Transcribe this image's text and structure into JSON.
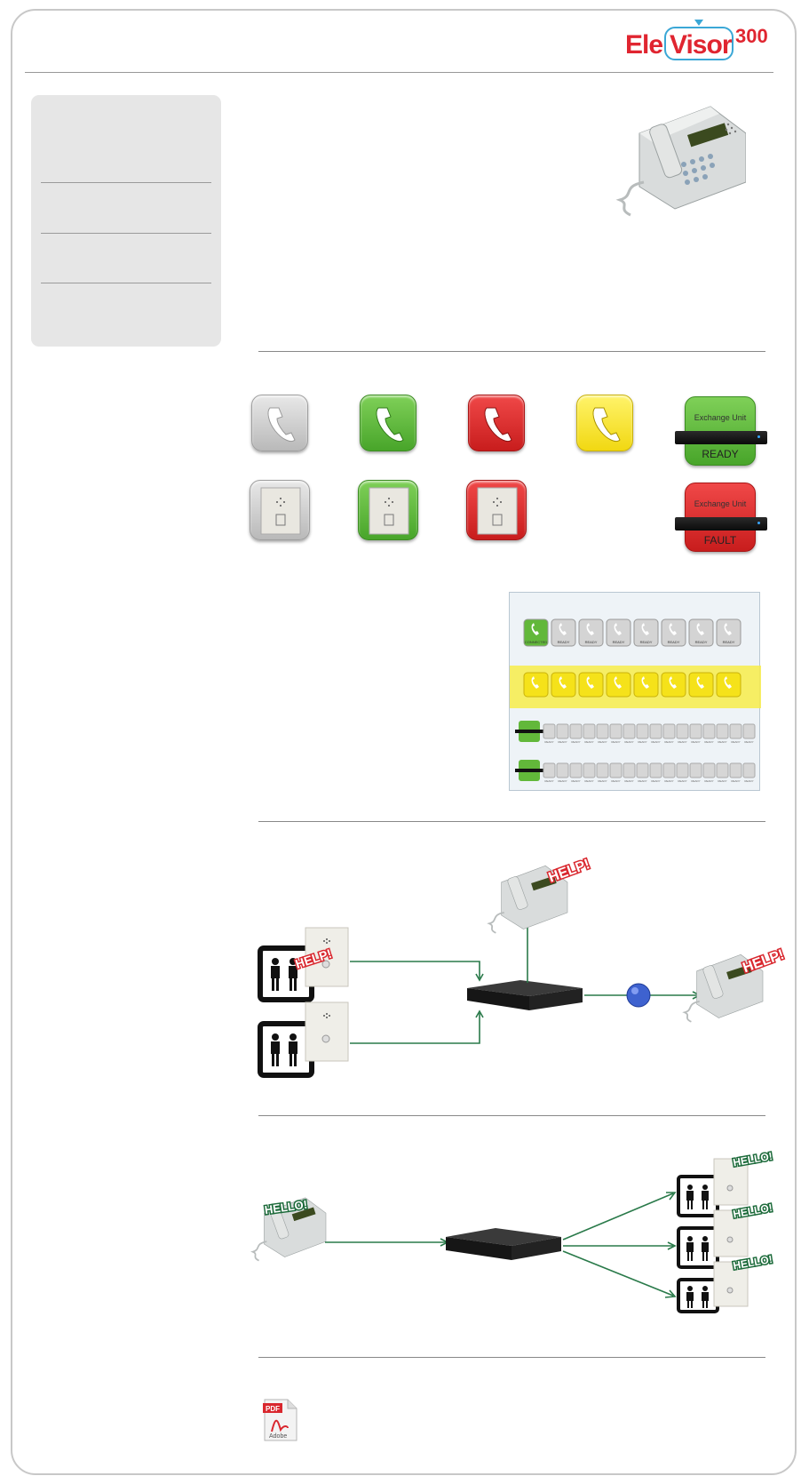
{
  "brand": {
    "logo_part1": "Ele",
    "logo_part2": "Visor",
    "logo_model": "300",
    "color_red": "#e02530",
    "color_blue": "#3aa7d6"
  },
  "status_icons": {
    "phone_states": [
      "gray",
      "green",
      "red",
      "yellow"
    ],
    "intercom_states": [
      "gray",
      "green",
      "red"
    ],
    "exchange_ready": {
      "top_label": "Exchange Unit",
      "status": "READY",
      "color": "#57b935"
    },
    "exchange_fault": {
      "top_label": "Exchange Unit",
      "status": "FAULT",
      "color": "#d9272e"
    }
  },
  "panel": {
    "row1_first_label": "CONNECTED",
    "row1_label": "READY",
    "small_label": "READY"
  },
  "diagram_help": {
    "bubble": "HELP!"
  },
  "diagram_hello": {
    "bubble": "HELLO!"
  },
  "pdf": {
    "badge": "PDF",
    "caption": "Adobe"
  }
}
